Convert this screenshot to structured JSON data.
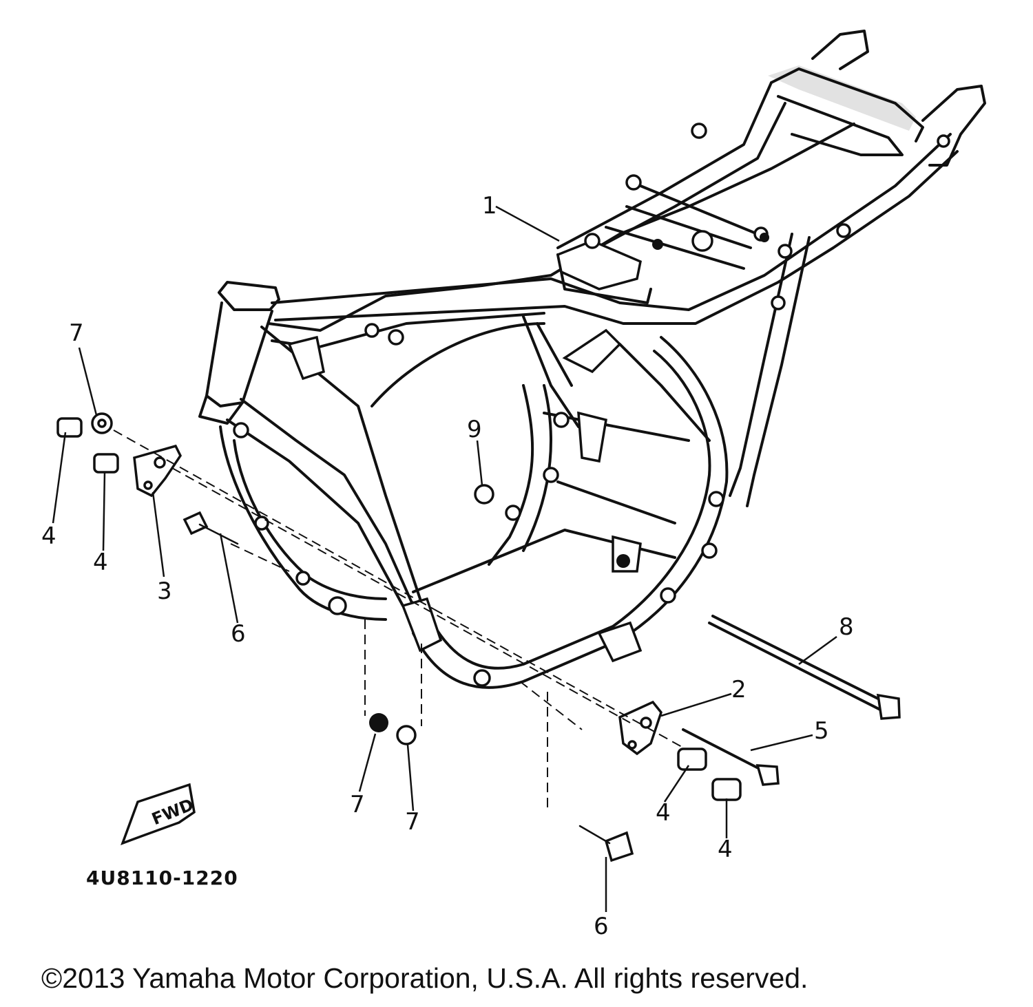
{
  "diagram": {
    "callouts": [
      {
        "id": "c1",
        "label": "1"
      },
      {
        "id": "c2",
        "label": "2"
      },
      {
        "id": "c3",
        "label": "3"
      },
      {
        "id": "c4a",
        "label": "4"
      },
      {
        "id": "c4b",
        "label": "4"
      },
      {
        "id": "c4c",
        "label": "4"
      },
      {
        "id": "c4d",
        "label": "4"
      },
      {
        "id": "c5",
        "label": "5"
      },
      {
        "id": "c6a",
        "label": "6"
      },
      {
        "id": "c6b",
        "label": "6"
      },
      {
        "id": "c7a",
        "label": "7"
      },
      {
        "id": "c7b",
        "label": "7"
      },
      {
        "id": "c7c",
        "label": "7"
      },
      {
        "id": "c8",
        "label": "8"
      },
      {
        "id": "c9",
        "label": "9"
      }
    ],
    "fwd_label": "FWD",
    "part_code": "4U8110-1220",
    "copyright": "©2013 Yamaha Motor Corporation, U.S.A. All rights reserved."
  }
}
